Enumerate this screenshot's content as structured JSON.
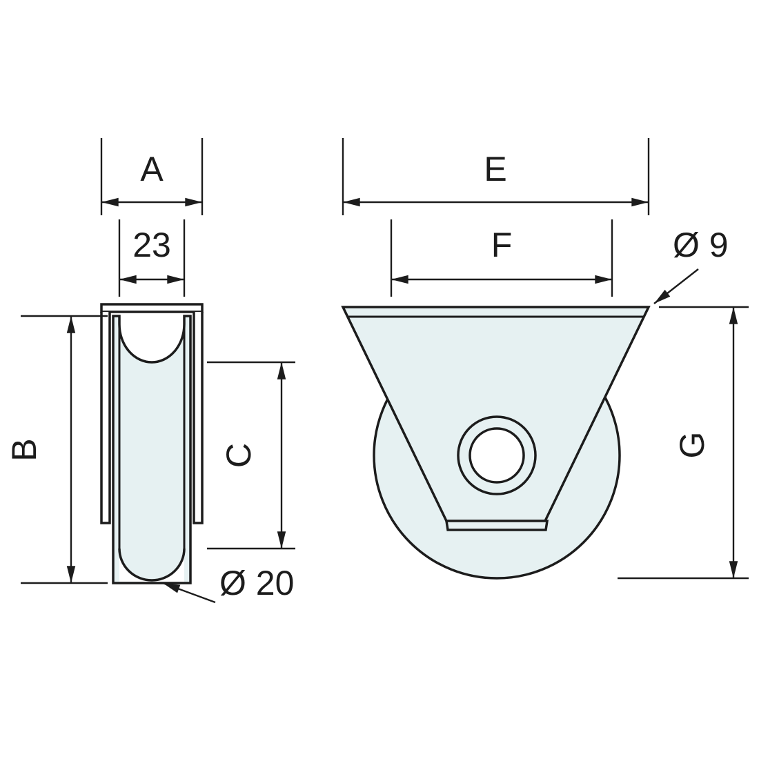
{
  "diagram": {
    "kind": "technical-drawing-pulley-with-support",
    "part_fill": "#e6f1f2",
    "line_color": "#1c1c1c",
    "side_view": {
      "dim_width": "A",
      "dim_groove_width": "23",
      "dim_outer_diameter": "B",
      "dim_groove_diameter": "C",
      "callout_groove": "Ø 20"
    },
    "front_view": {
      "dim_overall_width": "E",
      "dim_hole_spacing": "F",
      "callout_hole": "Ø 9",
      "dim_overall_height": "G"
    }
  }
}
